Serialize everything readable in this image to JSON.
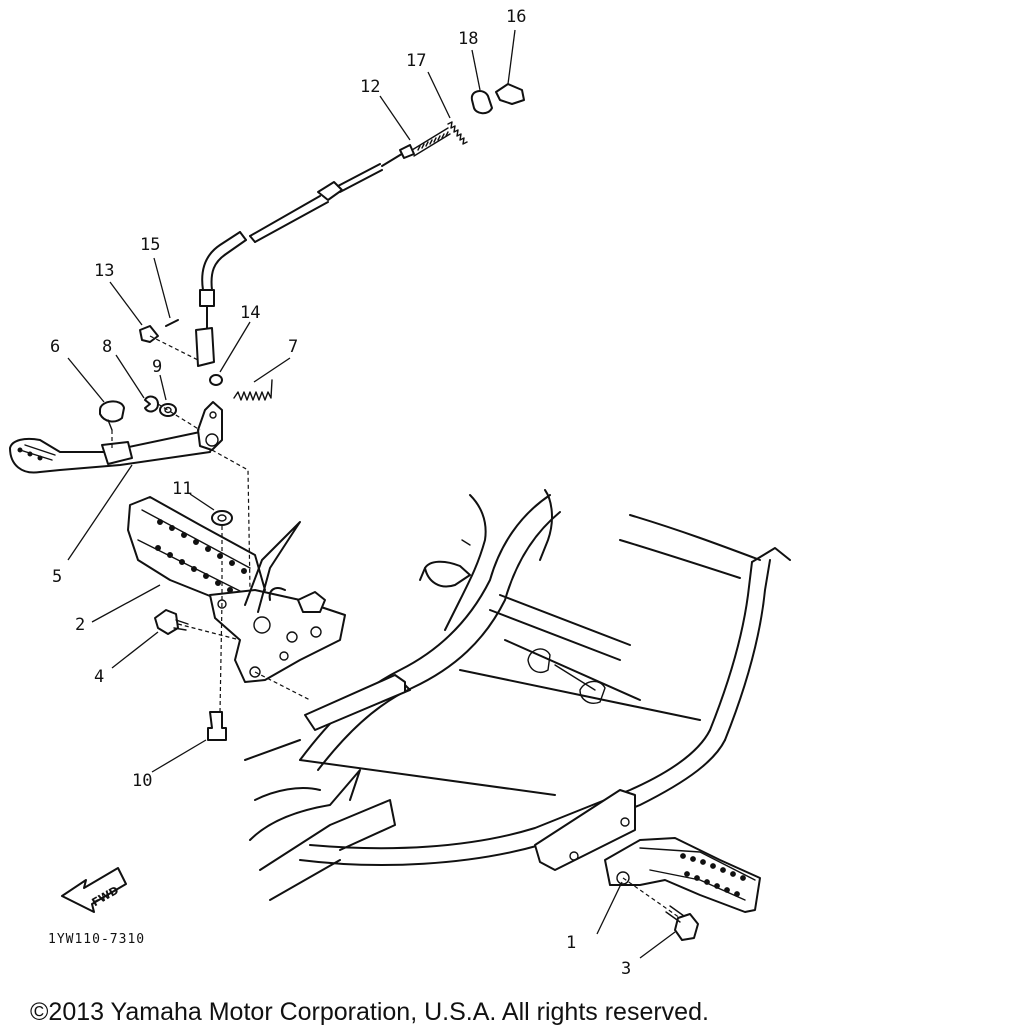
{
  "callouts": [
    {
      "number": "1",
      "part": "footrest"
    },
    {
      "number": "2",
      "part": "footrest"
    },
    {
      "number": "3",
      "part": "bolt"
    },
    {
      "number": "4",
      "part": "bolt"
    },
    {
      "number": "5",
      "part": "brake-pedal"
    },
    {
      "number": "6",
      "part": "cap"
    },
    {
      "number": "7",
      "part": "spring"
    },
    {
      "number": "8",
      "part": "clip"
    },
    {
      "number": "9",
      "part": "washer"
    },
    {
      "number": "10",
      "part": "bolt"
    },
    {
      "number": "11",
      "part": "nut"
    },
    {
      "number": "12",
      "part": "brake-cable"
    },
    {
      "number": "13",
      "part": "pin"
    },
    {
      "number": "14",
      "part": "nut"
    },
    {
      "number": "15",
      "part": "cotter-pin"
    },
    {
      "number": "16",
      "part": "nut"
    },
    {
      "number": "17",
      "part": "spring"
    },
    {
      "number": "18",
      "part": "joint"
    }
  ],
  "fwd_label": "FWD",
  "drawing_code": "1YW110-7310",
  "copyright": "©2013 Yamaha Motor Corporation, U.S.A. All rights reserved."
}
